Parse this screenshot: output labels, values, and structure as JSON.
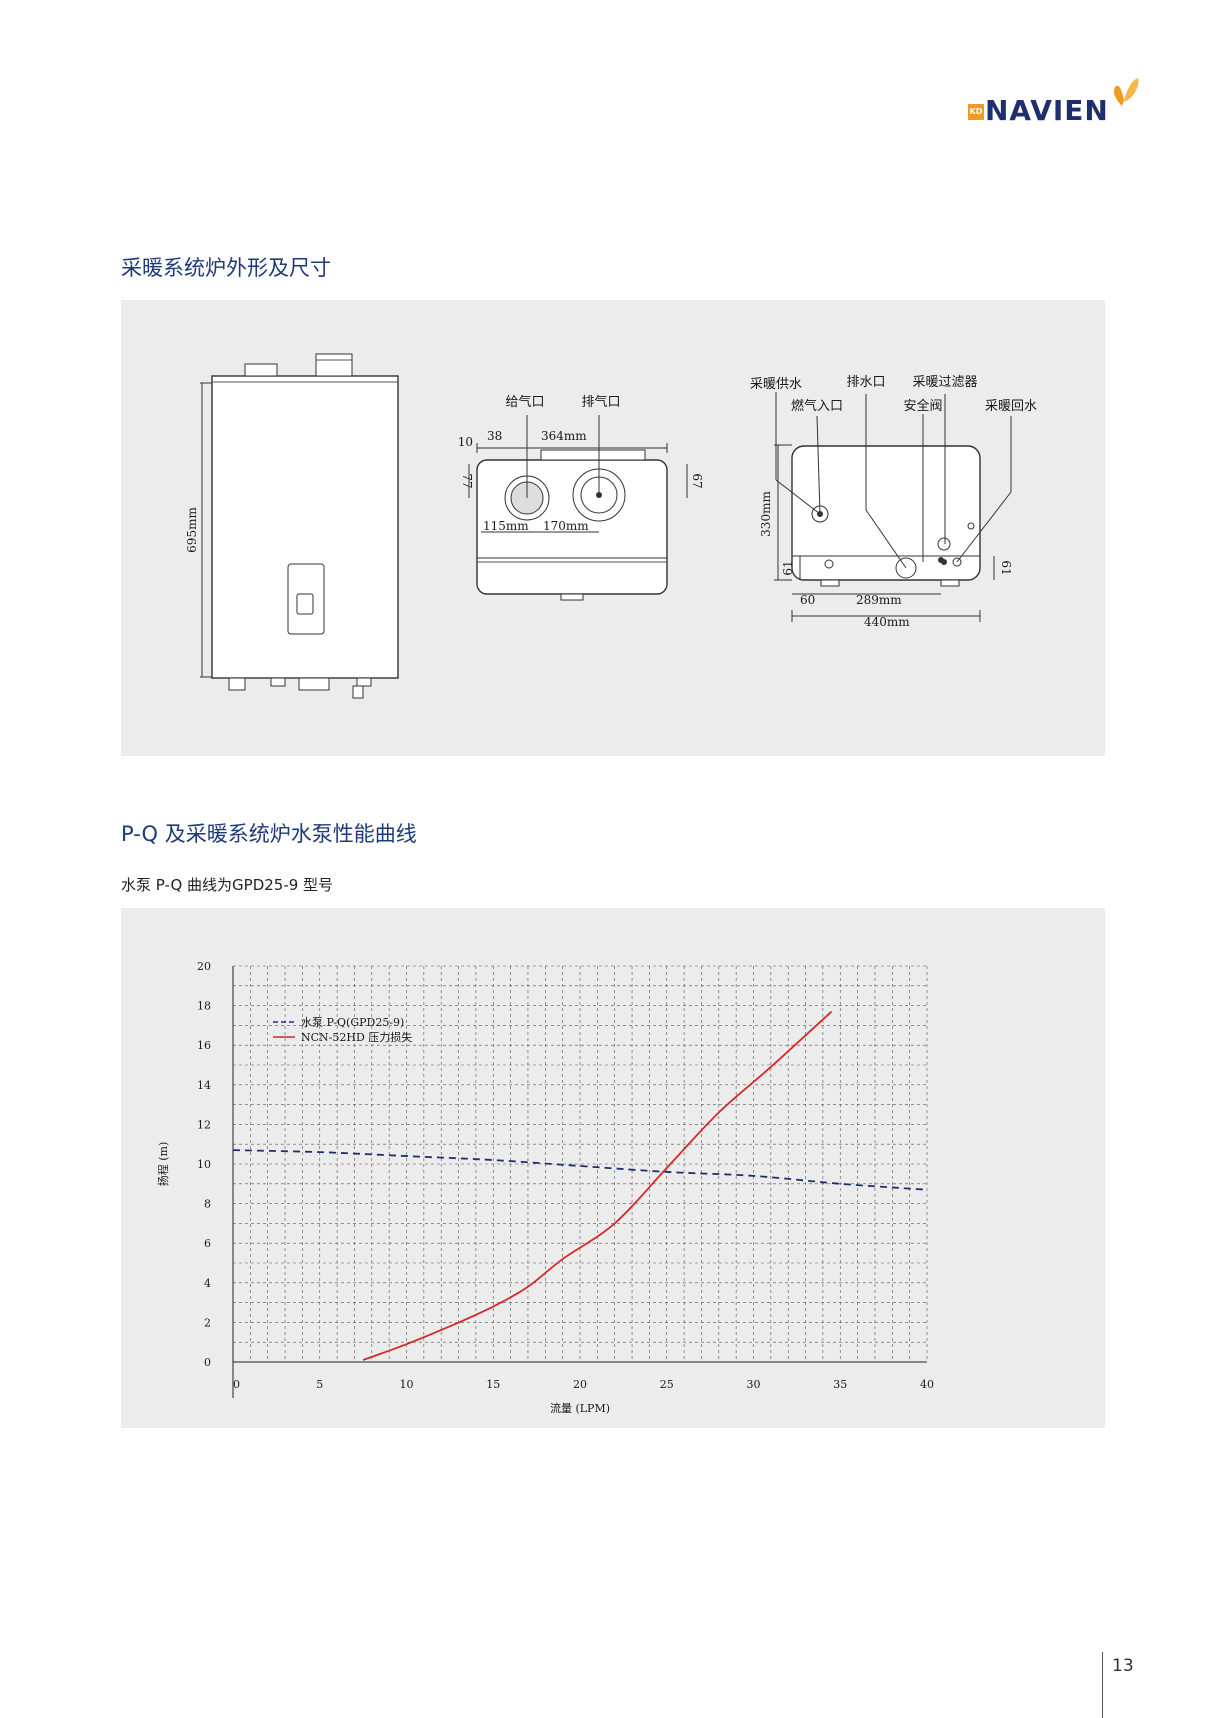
{
  "brand": {
    "name": "NAVIEN",
    "prefix": "KD",
    "accent": "#f29a1f",
    "color": "#1f2f6e"
  },
  "section1": {
    "title": "采暖系统炉外形及尺寸",
    "front": {
      "height_label": "695mm"
    },
    "top": {
      "labels": {
        "air_in": "给气口",
        "exhaust": "排气口"
      },
      "dims": {
        "d10": "10",
        "d38": "38",
        "d364": "364mm",
        "d77": "77",
        "d67": "67",
        "d115": "115mm",
        "d170": "170mm"
      }
    },
    "bottom": {
      "labels": {
        "supply": "采暖供水",
        "drain": "排水口",
        "filter": "采暖过滤器",
        "gas": "燃气入口",
        "safety": "安全阀",
        "return": "采暖回水"
      },
      "dims": {
        "d330": "330mm",
        "d61l": "61",
        "d61r": "61",
        "d60": "60",
        "d289": "289mm",
        "d440": "440mm"
      }
    }
  },
  "section2": {
    "title": "P-Q 及采暖系统炉水泵性能曲线",
    "subtitle": "水泵 P-Q 曲线为GPD25-9 型号"
  },
  "chart_data": {
    "type": "line",
    "xlabel": "流量 (LPM)",
    "ylabel": "扬程 (m)",
    "xlim": [
      0,
      40
    ],
    "ylim": [
      0,
      20
    ],
    "x_ticks": [
      0,
      5,
      10,
      15,
      20,
      25,
      30,
      35,
      40
    ],
    "y_ticks": [
      0,
      2,
      4,
      6,
      8,
      10,
      12,
      14,
      16,
      18,
      20
    ],
    "grid": true,
    "legend_position": "top-left",
    "series": [
      {
        "name": "水泵 P-Q(GPD25-9)",
        "style": "dashed",
        "color": "#1f2f6e",
        "x": [
          0,
          5,
          10,
          15,
          20,
          25,
          30,
          35,
          40
        ],
        "y": [
          10.7,
          10.6,
          10.4,
          10.2,
          9.9,
          9.6,
          9.4,
          9.0,
          8.7
        ]
      },
      {
        "name": "NCN-52HD 压力损失",
        "style": "solid",
        "color": "#d42a2a",
        "x": [
          7.5,
          10,
          12.5,
          15,
          17,
          19,
          22,
          25,
          28,
          31,
          34.5
        ],
        "y": [
          0.1,
          0.9,
          1.8,
          2.8,
          3.8,
          5.2,
          7.0,
          9.8,
          12.6,
          14.9,
          17.7
        ]
      }
    ]
  },
  "page_number": "13"
}
